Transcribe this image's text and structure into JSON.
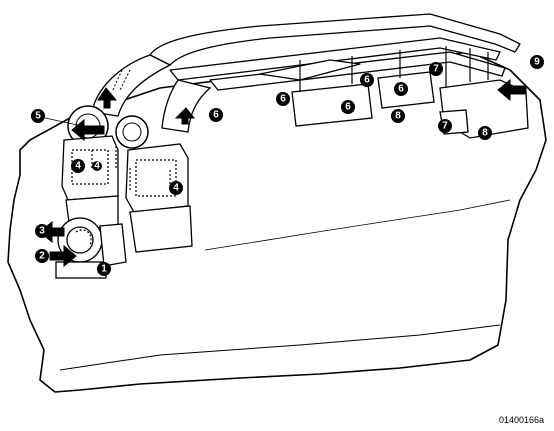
{
  "figure": {
    "id": "01400166a"
  },
  "callouts": [
    {
      "label": "1"
    },
    {
      "label": "2"
    },
    {
      "label": "3"
    },
    {
      "label": "4"
    },
    {
      "label": "4"
    },
    {
      "label": "4"
    },
    {
      "label": "5"
    },
    {
      "label": "6"
    },
    {
      "label": "6"
    },
    {
      "label": "6"
    },
    {
      "label": "6"
    },
    {
      "label": "6"
    },
    {
      "label": "7"
    },
    {
      "label": "7"
    },
    {
      "label": "8"
    },
    {
      "label": "8"
    },
    {
      "label": "9"
    }
  ]
}
